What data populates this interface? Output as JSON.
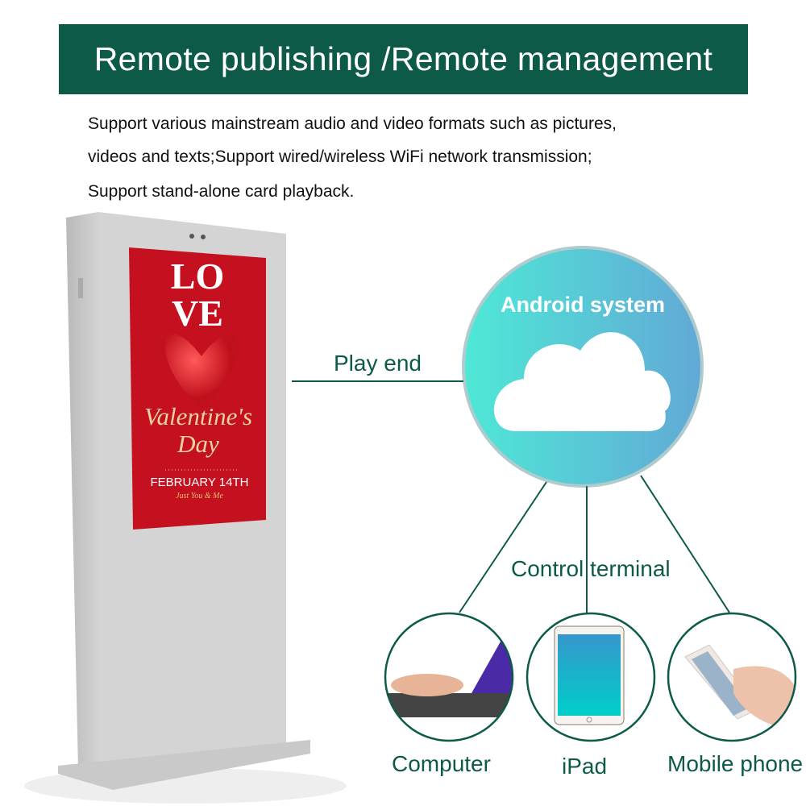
{
  "header": {
    "title": "Remote publishing /Remote management"
  },
  "description": {
    "lines": [
      "Support various mainstream audio and video formats such as pictures,",
      "videos and texts;Support wired/wireless WiFi network transmission;",
      "Support stand-alone card playback."
    ]
  },
  "kiosk_screen": {
    "headline_1": "LO",
    "headline_2": "VE",
    "script": "Valentine's",
    "script_2": "Day",
    "date": "FEBRUARY 14TH",
    "tagline": "Just You & Me"
  },
  "diagram": {
    "hub_label": "Android system",
    "play_end_label": "Play end",
    "control_label": "Control terminal",
    "terminals": [
      {
        "label": "Computer"
      },
      {
        "label": "iPad"
      },
      {
        "label": "Mobile phone"
      }
    ]
  },
  "colors": {
    "brand": "#0d5a49",
    "hub_left": "#4ee8d6",
    "hub_right": "#62a9d6",
    "poster": "#c4101f"
  }
}
